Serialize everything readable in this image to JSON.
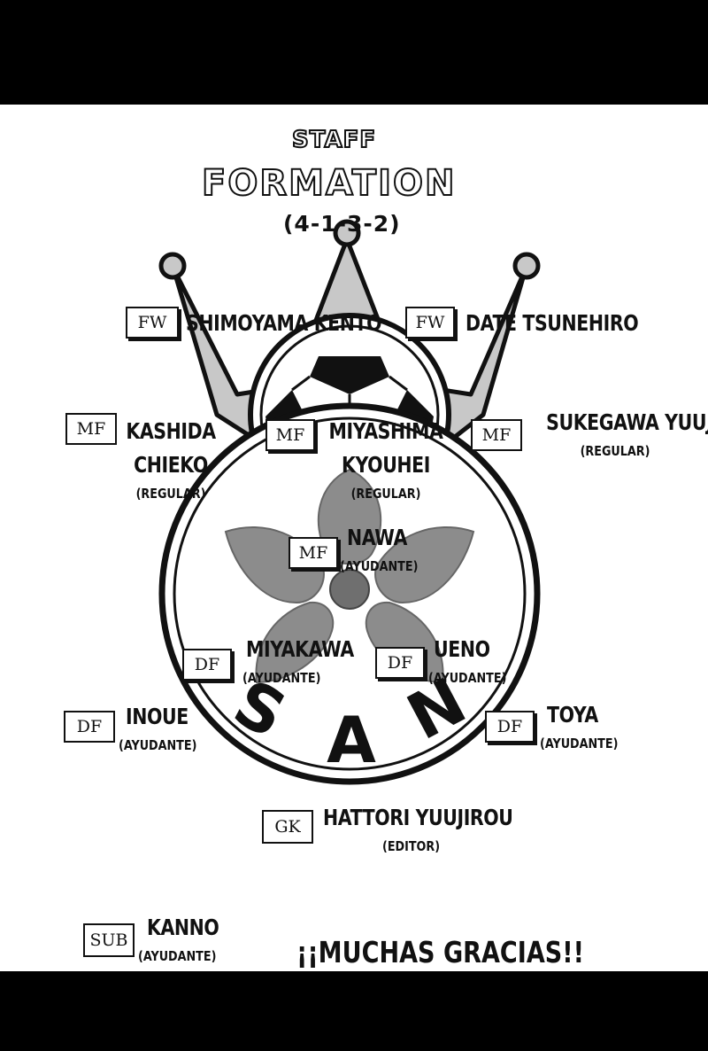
{
  "header": {
    "staff": "STAFF",
    "formation": "FORMATION",
    "scheme": "(4-1-3-2)"
  },
  "emblem": {
    "letters": [
      "S",
      "A",
      "N"
    ]
  },
  "players": [
    {
      "id": "fw-left",
      "position": "FW",
      "name": "SHIMOYAMA KENTO",
      "role": ""
    },
    {
      "id": "fw-right",
      "position": "FW",
      "name": "DATE TSUNEHIRO",
      "role": ""
    },
    {
      "id": "mf-left",
      "position": "MF",
      "name": [
        "KASHIDA",
        "CHIEKO"
      ],
      "role": "(REGULAR)"
    },
    {
      "id": "mf-center",
      "position": "MF",
      "name": [
        "MIYASHIMA",
        "KYOUHEI"
      ],
      "role": "(REGULAR)"
    },
    {
      "id": "mf-right",
      "position": "MF",
      "name": "SUKEGAWA YUUJI",
      "role": "(REGULAR)"
    },
    {
      "id": "mf-def",
      "position": "MF",
      "name": "NAWA",
      "role": "(AYUDANTE)"
    },
    {
      "id": "df-cl",
      "position": "DF",
      "name": "MIYAKAWA",
      "role": "(AYUDANTE)"
    },
    {
      "id": "df-cr",
      "position": "DF",
      "name": "UENO",
      "role": "(AYUDANTE)"
    },
    {
      "id": "df-l",
      "position": "DF",
      "name": "INOUE",
      "role": "(AYUDANTE)"
    },
    {
      "id": "df-r",
      "position": "DF",
      "name": "TOYA",
      "role": "(AYUDANTE)"
    },
    {
      "id": "gk",
      "position": "GK",
      "name": "HATTORI YUUJIROU",
      "role": "(EDITOR)"
    },
    {
      "id": "sub",
      "position": "SUB",
      "name": "KANNO",
      "role": "(AYUDANTE)"
    }
  ],
  "footer": {
    "thanks": "¡¡MUCHAS GRACIAS!!"
  },
  "colors": {
    "bars": "#000000",
    "crown": "#c8c8c8",
    "flower": "#8c8c8c",
    "ink": "#111111"
  }
}
